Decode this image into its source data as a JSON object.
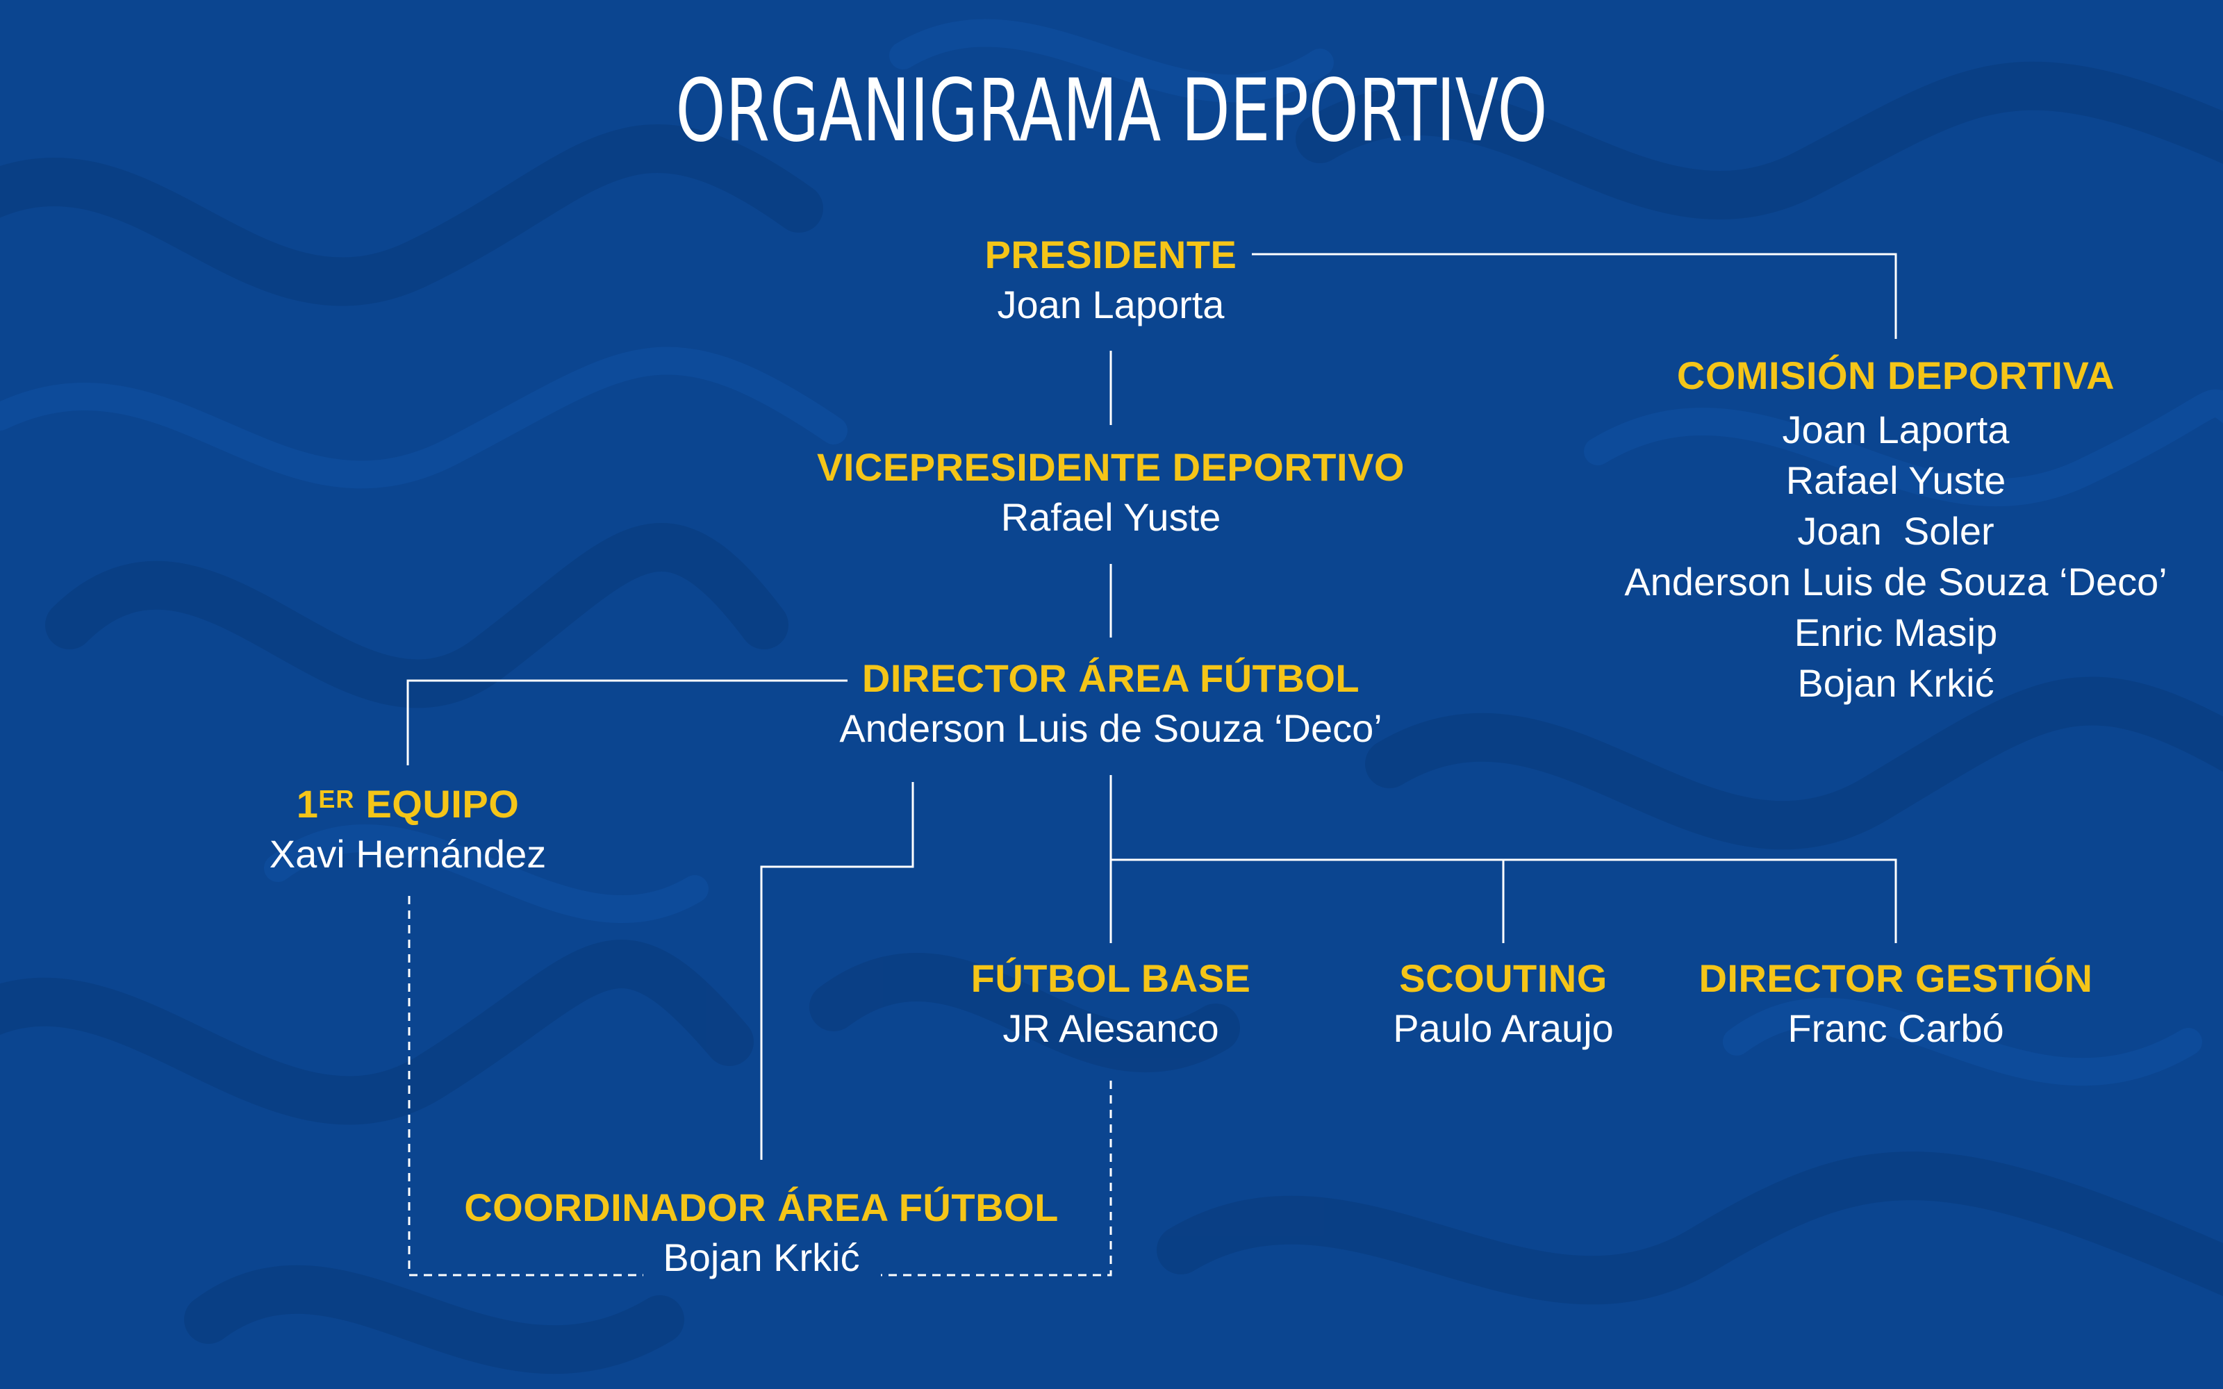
{
  "title": "ORGANIGRAMA DEPORTIVO",
  "colors": {
    "background": "#0b4590",
    "role_text": "#f5c518",
    "person_text": "#ffffff",
    "lines": "#ffffff"
  },
  "nodes": {
    "presidente": {
      "role": "PRESIDENTE",
      "name": "Joan Laporta"
    },
    "vicepresidente": {
      "role": "VICEPRESIDENTE DEPORTIVO",
      "name": "Rafael Yuste"
    },
    "director_area_futbol": {
      "role": "DIRECTOR ÁREA FÚTBOL",
      "name": "Anderson Luis de Souza ‘Deco’"
    },
    "primer_equipo": {
      "role_prefix": "1",
      "role_sup": "ER",
      "role_rest": " EQUIPO",
      "name": "Xavi Hernández"
    },
    "futbol_base": {
      "role": "FÚTBOL BASE",
      "name": "JR Alesanco"
    },
    "scouting": {
      "role": "SCOUTING",
      "name": "Paulo Araujo"
    },
    "director_gestion": {
      "role": "DIRECTOR GESTIÓN",
      "name": "Franc Carbó"
    },
    "coordinador": {
      "role": "COORDINADOR ÁREA FÚTBOL",
      "name": "Bojan Krkić"
    },
    "comision": {
      "role": "COMISIÓN DEPORTIVA",
      "members": [
        "Joan Laporta",
        "Rafael Yuste",
        "Joan  Soler",
        "Anderson Luis de Souza ‘Deco’",
        "Enric Masip",
        "Bojan Krkić"
      ]
    }
  }
}
